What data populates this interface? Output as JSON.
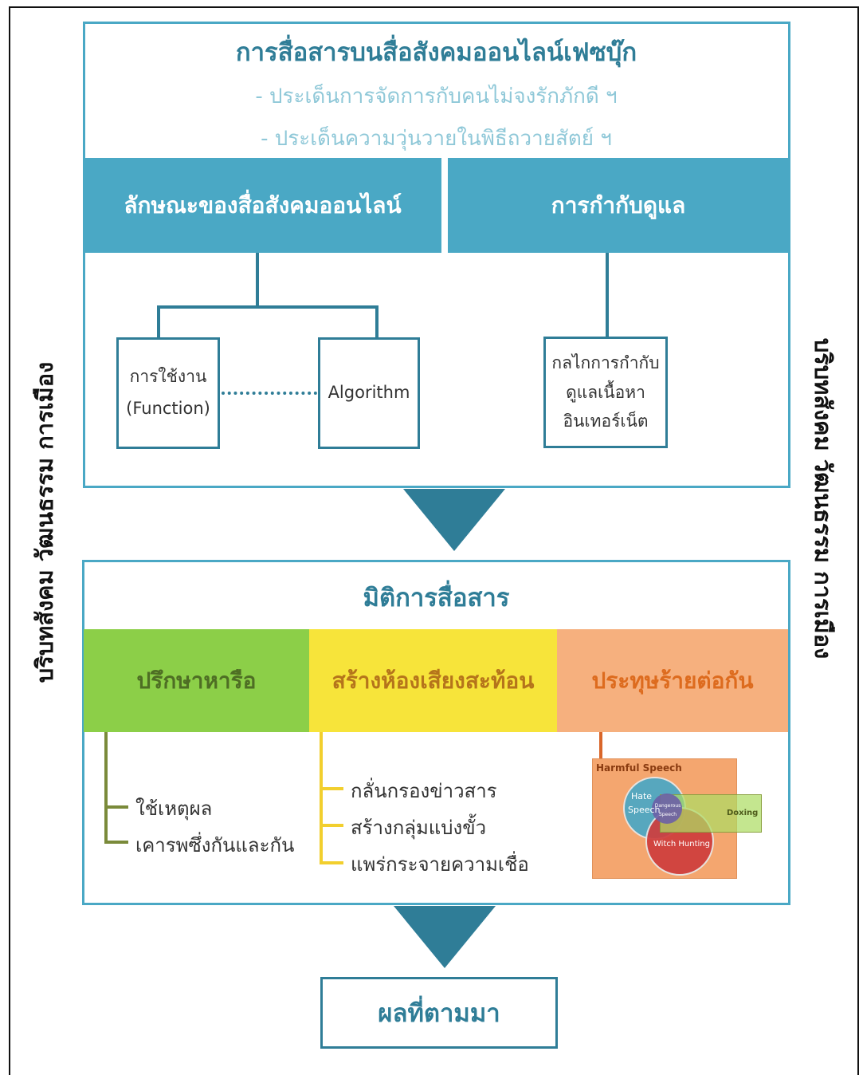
{
  "side_labels": {
    "left": "บริบทสังคม วัฒนธรรม การเมือง",
    "right": "บริบทสังคม วัฒนธรรม การเมือง"
  },
  "top_section": {
    "title": "การสื่อสารบนสื่อสังคมออนไลน์เฟซบุ๊ก",
    "issues": [
      "- ประเด็นการจัดการกับคนไม่จงรักภักดี ฯ",
      "- ประเด็นความวุ่นวายในพิธีถวายสัตย์ ฯ"
    ],
    "left_header": "ลักษณะของสื่อสังคมออนไลน์",
    "right_header": "การกำกับดูแล",
    "function_box": {
      "line1": "การใช้งาน",
      "line2": "(Function)"
    },
    "algorithm_box": "Algorithm",
    "regulation_box": {
      "line1": "กลไกการกำกับ",
      "line2": "ดูแลเนื้อหา",
      "line3": "อินเทอร์เน็ต"
    }
  },
  "middle_section": {
    "title": "มิติการสื่อสาร",
    "categories": [
      {
        "label": "ปรึกษาหารือ",
        "bg": "#8ccf48",
        "fg": "#4e6e24",
        "line": "#7a8a3a",
        "items": [
          "ใช้เหตุผล",
          "เคารพซึ่งกันและกัน"
        ]
      },
      {
        "label": "สร้างห้องเสียงสะท้อน",
        "bg": "#f7e43a",
        "fg": "#b5741b",
        "line": "#f2cf2e",
        "items": [
          "กลั่นกรองข่าวสาร",
          "สร้างกลุ่มแบ่งขั้ว",
          "แพร่กระจายความเชื่อ"
        ]
      },
      {
        "label": "ประทุษร้ายต่อกัน",
        "bg": "#f6b07e",
        "fg": "#dd6b1e",
        "line": "#d9662a",
        "items": []
      }
    ],
    "venn": {
      "title": "Harmful Speech",
      "hate": "Hate Speech",
      "dangerous": "Dangerous Speech",
      "doxing": "Doxing",
      "witch": "Witch Hunting"
    }
  },
  "bottom_section": {
    "title": "ผลที่ตามมา"
  },
  "colors": {
    "accent": "#4aa8c5",
    "dark_teal": "#2f7d97",
    "light_teal": "#8fc8d8"
  }
}
